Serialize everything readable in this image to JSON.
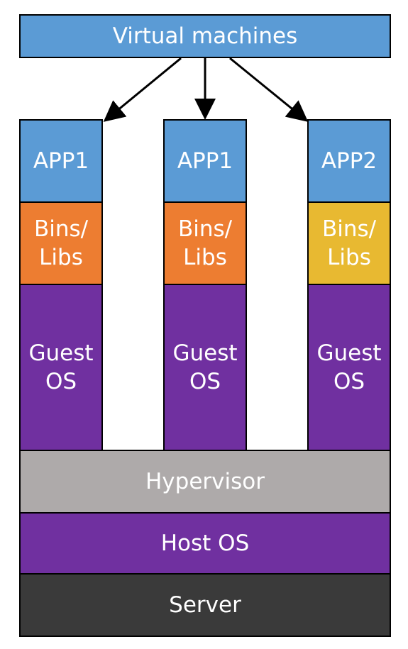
{
  "header": {
    "label": "Virtual machines"
  },
  "vms": [
    {
      "app": "APP1",
      "libs": "Bins/\nLibs",
      "os": "Guest\nOS"
    },
    {
      "app": "APP1",
      "libs": "Bins/\nLibs",
      "os": "Guest\nOS"
    },
    {
      "app": "APP2",
      "libs": "Bins/\nLibs",
      "os": "Guest\nOS"
    }
  ],
  "layers": {
    "hypervisor": "Hypervisor",
    "host_os": "Host OS",
    "server": "Server"
  },
  "colors": {
    "app": "#5B9BD5",
    "libs_shared": "#ED7D31",
    "libs_distinct": "#E8B931",
    "guest_os": "#7030A0",
    "hypervisor": "#AEAAAA",
    "host_os": "#7030A0",
    "server": "#3A3A3A",
    "header": "#5B9BD5"
  }
}
